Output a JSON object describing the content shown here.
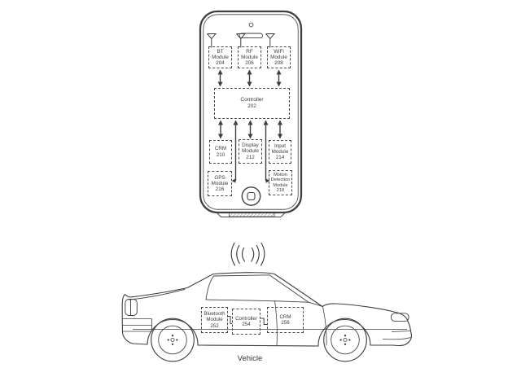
{
  "colors": {
    "background": "#ffffff",
    "line": "#3f3f3f",
    "text": "#3b3b3b"
  },
  "phone": {
    "top_modules": [
      {
        "lines": [
          "BT",
          "Module",
          "204"
        ]
      },
      {
        "lines": [
          "RF",
          "Module",
          "206"
        ]
      },
      {
        "lines": [
          "WiFi",
          "Module",
          "208"
        ]
      }
    ],
    "controller": {
      "lines": [
        "Controller",
        "202"
      ]
    },
    "mid_modules": [
      {
        "lines": [
          "CRM",
          "210"
        ]
      },
      {
        "lines": [
          "Display",
          "Module",
          "212"
        ]
      },
      {
        "lines": [
          "Input",
          "Module",
          "214"
        ]
      }
    ],
    "bottom_modules": [
      {
        "lines": [
          "GPS",
          "Module",
          "216"
        ]
      },
      {
        "lines": [
          "Motion",
          "Detection",
          "Module",
          "218"
        ]
      }
    ],
    "icons": [
      "antenna-icon",
      "camera-icon",
      "speaker-icon",
      "home-button-icon",
      "dock-connector-icon"
    ]
  },
  "vehicle": {
    "caption": "Vehicle",
    "modules": [
      {
        "lines": [
          "Bluetooth",
          "Module",
          "252"
        ]
      },
      {
        "lines": [
          "Controller",
          "254"
        ]
      },
      {
        "lines": [
          "CRM",
          "256"
        ]
      }
    ],
    "icons": [
      "signal-waves-icon",
      "wheel-icon",
      "headlight-icon",
      "tail-light-icon"
    ]
  }
}
